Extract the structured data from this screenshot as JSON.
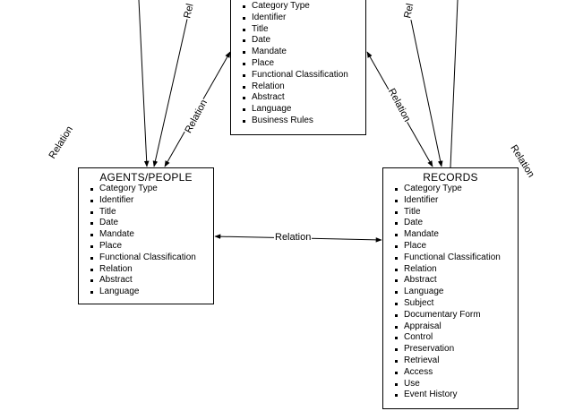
{
  "colors": {
    "stroke": "#000000",
    "background": "#ffffff"
  },
  "top_box": {
    "items": [
      "Category Type",
      "Identifier",
      "Title",
      "Date",
      "Mandate",
      "Place",
      "Functional Classification",
      "Relation",
      "Abstract",
      "Language",
      "Business Rules"
    ]
  },
  "agents_box": {
    "title": "AGENTS/PEOPLE",
    "items": [
      "Category Type",
      "Identifier",
      "Title",
      "Date",
      "Mandate",
      "Place",
      "Functional Classification",
      "Relation",
      "Abstract",
      "Language"
    ]
  },
  "records_box": {
    "title": "RECORDS",
    "items": [
      "Category Type",
      "Identifier",
      "Title",
      "Date",
      "Mandate",
      "Place",
      "Functional Classification",
      "Relation",
      "Abstract",
      "Language",
      "Subject",
      "Documentary Form",
      "Appraisal",
      "Control",
      "Preservation",
      "Retrieval",
      "Access",
      "Use",
      "Event History"
    ]
  },
  "relation_labels": {
    "left_outer": "Relation",
    "left_top_cut": "Rel",
    "left_middle": "Relation",
    "right_top_cut": "Rel",
    "right_middle": "Relation",
    "right_outer": "Relation",
    "horizontal": "Relation"
  }
}
